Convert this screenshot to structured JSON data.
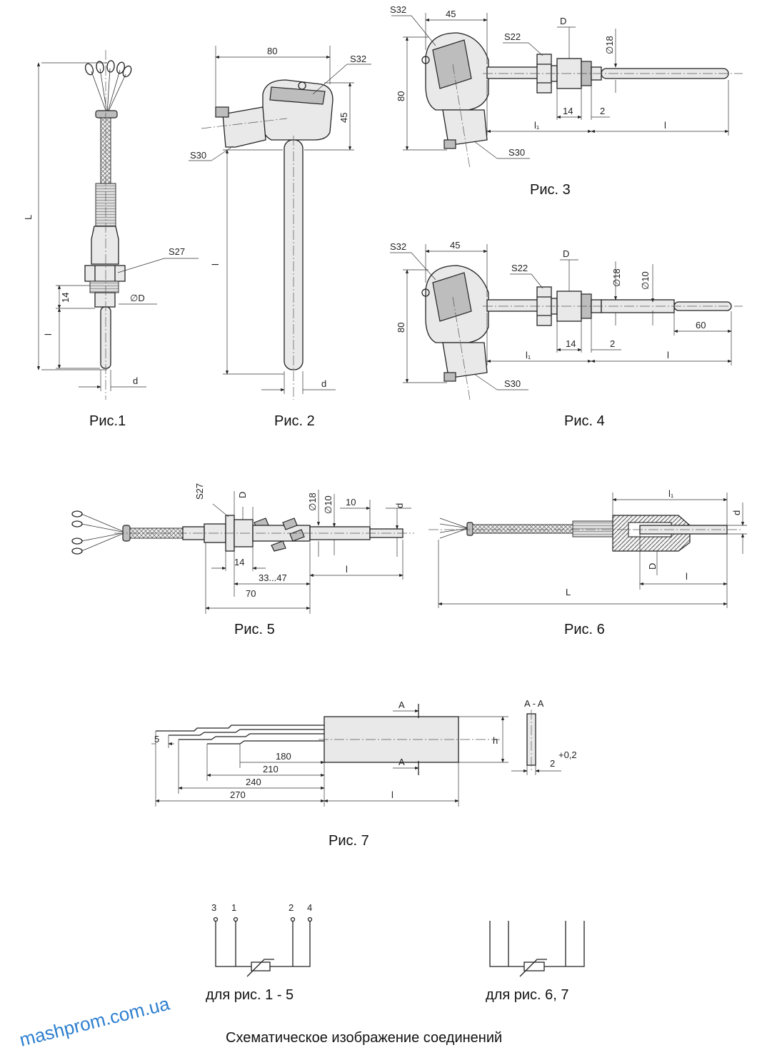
{
  "figures": {
    "fig1": {
      "caption": "Рис.1",
      "labels": {
        "L": "L",
        "S27": "S27",
        "dim14": "14",
        "diaD": "∅D",
        "l": "l",
        "d": "d"
      }
    },
    "fig2": {
      "caption": "Рис. 2",
      "labels": {
        "dim80": "80",
        "S32": "S32",
        "dim45": "45",
        "S30": "S30",
        "l": "l",
        "d": "d"
      }
    },
    "fig3": {
      "caption": "Рис. 3",
      "labels": {
        "S32": "S32",
        "dim45": "45",
        "D": "D",
        "S22": "S22",
        "dia18": "∅18",
        "dim80": "80",
        "dim14": "14",
        "dim2": "2",
        "l1": "l₁",
        "l": "l",
        "S30": "S30"
      }
    },
    "fig4": {
      "caption": "Рис. 4",
      "labels": {
        "S32": "S32",
        "dim45": "45",
        "D": "D",
        "S22": "S22",
        "dia18": "∅18",
        "dia10": "∅10",
        "dim80": "80",
        "dim60": "60",
        "dim14": "14",
        "dim2": "2",
        "l1": "l₁",
        "l": "l",
        "S30": "S30"
      }
    },
    "fig5": {
      "caption": "Рис. 5",
      "labels": {
        "S27": "S27",
        "D": "D",
        "dia18": "∅18",
        "dia10": "∅10",
        "dim10": "10",
        "d": "d",
        "dim14": "14",
        "range": "33...47",
        "l": "l",
        "dim70": "70"
      }
    },
    "fig6": {
      "caption": "Рис. 6",
      "labels": {
        "l1": "l₁",
        "d": "d",
        "D": "D",
        "l": "l",
        "L": "L"
      }
    },
    "fig7": {
      "caption": "Рис. 7",
      "labels": {
        "A_top": "A",
        "A_bottom": "A",
        "section": "A - A",
        "h": "h",
        "dim5": "5",
        "dim180": "180",
        "dim210": "210",
        "dim240": "240",
        "dim270": "270",
        "l": "l",
        "tol": "2",
        "tol_sup": "+0,2"
      }
    }
  },
  "schematics": {
    "left": {
      "terminals": [
        "3",
        "1",
        "2",
        "4"
      ],
      "caption": "для рис. 1 - 5"
    },
    "right": {
      "caption": "для рис. 6, 7"
    },
    "title": "Схематическое изображение соединений"
  },
  "watermark": "mashprom.com.ua"
}
